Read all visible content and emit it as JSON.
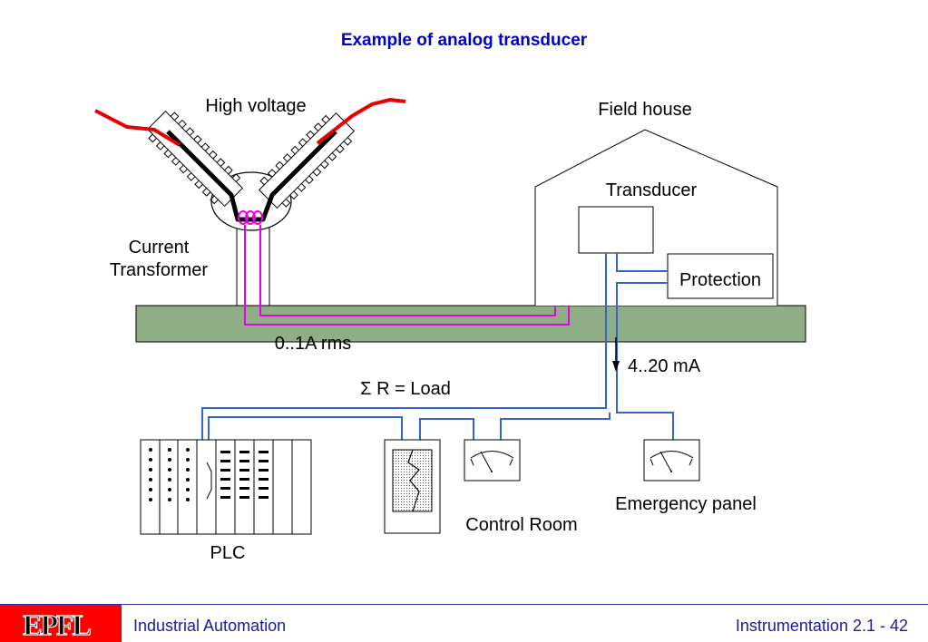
{
  "title": "Example of analog transducer",
  "labels": {
    "high_voltage": "High voltage",
    "current_transformer_line1": "Current",
    "current_transformer_line2": "Transformer",
    "field_house": "Field house",
    "transducer": "Transducer",
    "protection": "Protection",
    "current_range": "0..1A rms",
    "loop_current": "4..20 mA",
    "load": "Σ R = Load",
    "plc": "PLC",
    "control_room": "Control Room",
    "emergency_panel": "Emergency panel"
  },
  "footer": {
    "left": "Industrial Automation",
    "right": "Instrumentation 2.1 - 42",
    "logo_text": "EPFL"
  },
  "colors": {
    "title": "#0000cc",
    "ground": "#8fae86",
    "secondary_wire": "#e600e6",
    "loop_wire": "#3366cc",
    "hv_line": "#e60000",
    "logo_background": "#ff0000",
    "footer_text": "#1a1aa6"
  }
}
